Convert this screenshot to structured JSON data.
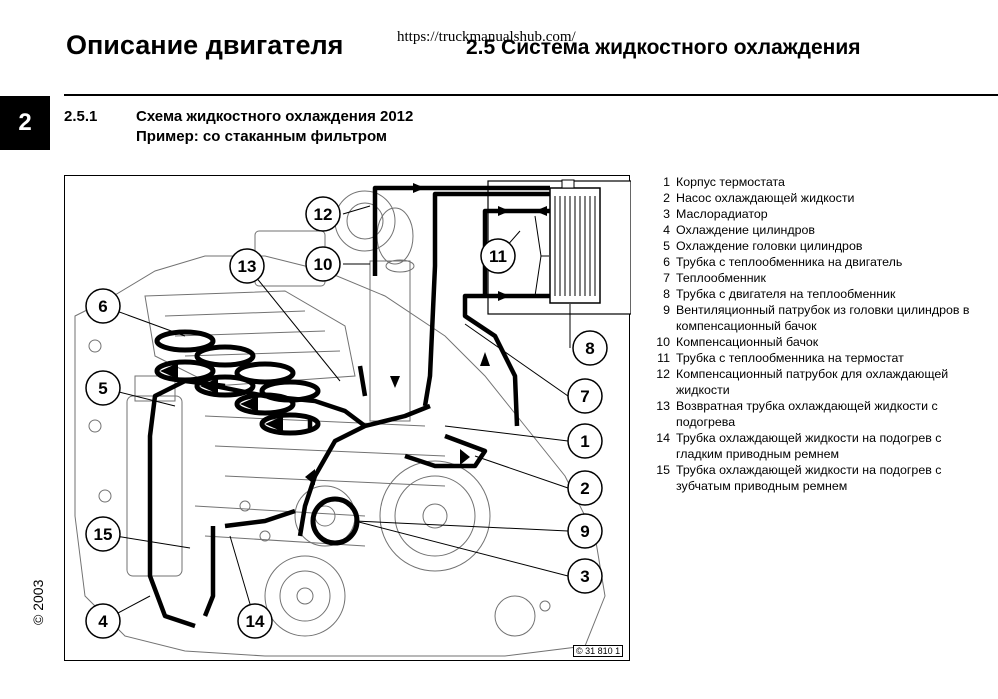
{
  "header": {
    "chapter_title": "Описание двигателя",
    "watermark_url": "https://truckmanualshub.com/",
    "section_title": "2.5 Система жидкостного охлаждения"
  },
  "chapter_tab": "2",
  "section": {
    "number": "2.5.1",
    "title": "Схема жидкостного охлаждения 2012",
    "subtitle": "Пример: со стаканным фильтром"
  },
  "figure": {
    "code": "© 31 810 1",
    "callouts": [
      "1",
      "2",
      "3",
      "4",
      "5",
      "6",
      "7",
      "8",
      "9",
      "10",
      "11",
      "12",
      "13",
      "14",
      "15"
    ]
  },
  "legend": [
    {
      "num": "1",
      "text": "Корпус термостата"
    },
    {
      "num": "2",
      "text": "Насос охлаждающей жидкости"
    },
    {
      "num": "3",
      "text": "Маслорадиатор"
    },
    {
      "num": "4",
      "text": "Охлаждение цилиндров"
    },
    {
      "num": "5",
      "text": "Охлаждение головки цилиндров"
    },
    {
      "num": "6",
      "text": "Трубка с теплообменника на двигатель"
    },
    {
      "num": "7",
      "text": "Теплообменник"
    },
    {
      "num": "8",
      "text": "Трубка с двигателя на теплообменник"
    },
    {
      "num": "9",
      "text": "Вентиляционный патрубок из головки цилиндров в компенсационный бачок"
    },
    {
      "num": "10",
      "text": "Компенсационный бачок"
    },
    {
      "num": "11",
      "text": "Трубка с теплообменника на термостат"
    },
    {
      "num": "12",
      "text": "Компенсационный патрубок для охлаждающей жидкости"
    },
    {
      "num": "13",
      "text": "Возвратная трубка охлаждающей жидкости с подогрева"
    },
    {
      "num": "14",
      "text": "Трубка охлаждающей жидкости на подогрев с гладким приводным ремнем"
    },
    {
      "num": "15",
      "text": "Трубка охлаждающей жидкости на подогрев с зубчатым приводным ремнем"
    }
  ],
  "copyright": "© 2003"
}
